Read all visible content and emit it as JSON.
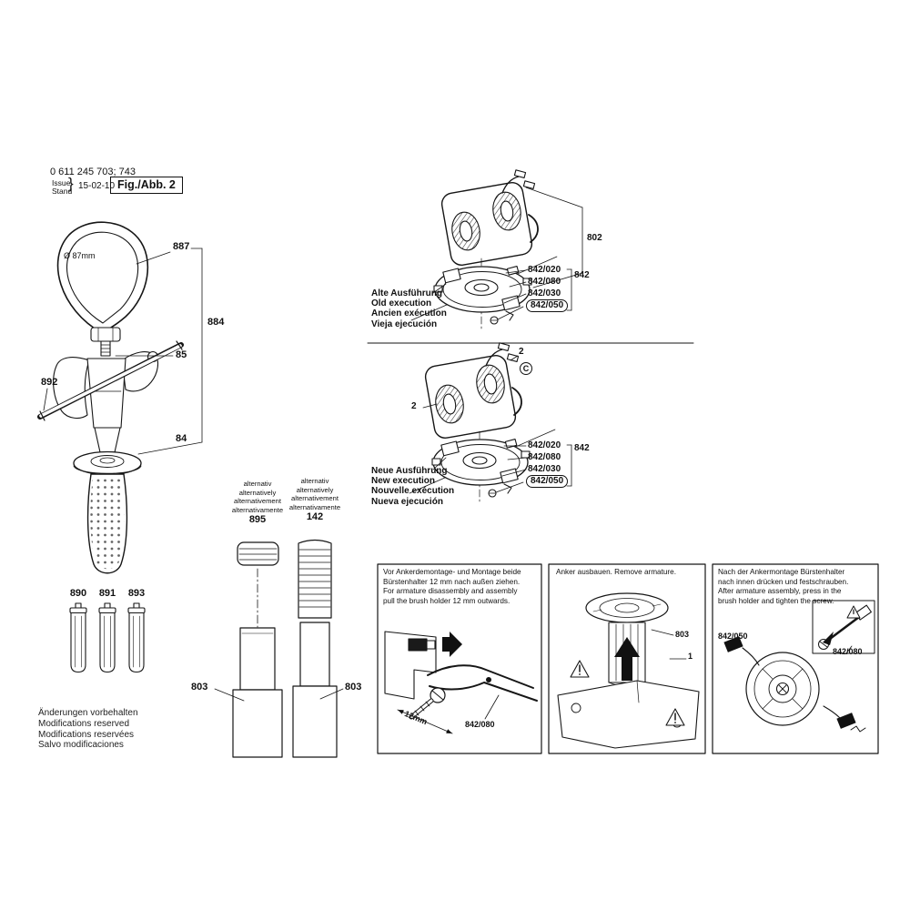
{
  "header": {
    "part_number": "0 611 245 703; 743",
    "issue_label": "Issue",
    "stand_label": "Stand",
    "brace": "}",
    "issue_date": "15-02-10",
    "figure_label": "Fig./Abb. 2"
  },
  "handle_assembly": {
    "diameter": "Ø 87mm",
    "loop_ref": "887",
    "group_ref": "884",
    "screw_ref": "85",
    "rod_ref": "892",
    "handle_ref": "84"
  },
  "grease_tubes": {
    "refs": [
      "890",
      "891",
      "893"
    ]
  },
  "alternative_left": {
    "alt_lines": [
      "alternativ",
      "alternatively",
      "alternativement",
      "alternativamente"
    ],
    "ref": "895",
    "tool_ref": "803"
  },
  "alternative_right": {
    "alt_lines": [
      "alternativ",
      "alternatively",
      "alternativement",
      "alternativamente"
    ],
    "ref": "142",
    "tool_ref": "803"
  },
  "old_execution": {
    "assembly_ref": "802",
    "group_ref": "842",
    "part_refs": [
      "842/020",
      "842/080",
      "842/030",
      "842/050"
    ],
    "caption": [
      "Alte Ausführung",
      "Old execution",
      "Ancien exécution",
      "Vieja ejecución"
    ]
  },
  "new_execution": {
    "wire_ref": "2",
    "coil_ref": "2",
    "detail_ref": "C",
    "group_ref": "842",
    "part_refs": [
      "842/020",
      "842/080",
      "842/030",
      "842/050"
    ],
    "caption": [
      "Neue Ausführung",
      "New execution",
      "Nouvelle exécution",
      "Nueva ejecución"
    ]
  },
  "footer": {
    "lines": [
      "Änderungen vorbehalten",
      "Modifications reserved",
      "Modifications reservées",
      "Salvo modificaciones"
    ]
  },
  "box1": {
    "lines": [
      "Vor Ankerdemontage- und Montage beide",
      "Bürstenhalter 12 mm nach außen ziehen.",
      "For armature disassembly and assembly",
      "pull the brush holder 12 mm outwards."
    ],
    "dimension": "12mm",
    "part_ref": "842/080"
  },
  "box2": {
    "lines": [
      "Anker ausbauen. Remove armature."
    ],
    "armature_ref": "803",
    "step_ref": "1"
  },
  "box3": {
    "lines": [
      "Nach der Ankermontage Bürstenhalter",
      "nach innen drücken und festschrauben.",
      "After armature assembly, press in the",
      "brush holder and tighten the screw."
    ],
    "holder_ref": "842/050",
    "screw_ref": "842/080"
  }
}
